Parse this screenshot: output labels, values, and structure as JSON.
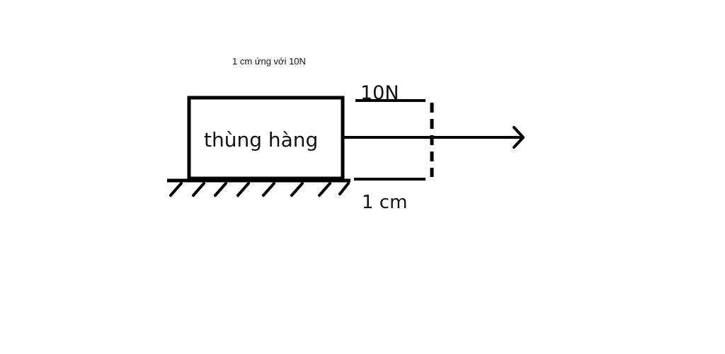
{
  "diagram": {
    "scale_note": "1 cm ứng với 10N",
    "box_label": "thùng hàng",
    "force_label": "10N",
    "unit_label": "1 cm",
    "stroke_color": "#000000"
  }
}
